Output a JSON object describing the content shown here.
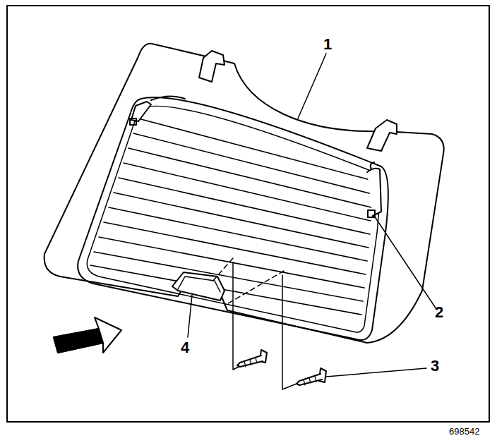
{
  "diagram": {
    "labels": [
      "1",
      "2",
      "3",
      "4",
      "698542"
    ]
  }
}
